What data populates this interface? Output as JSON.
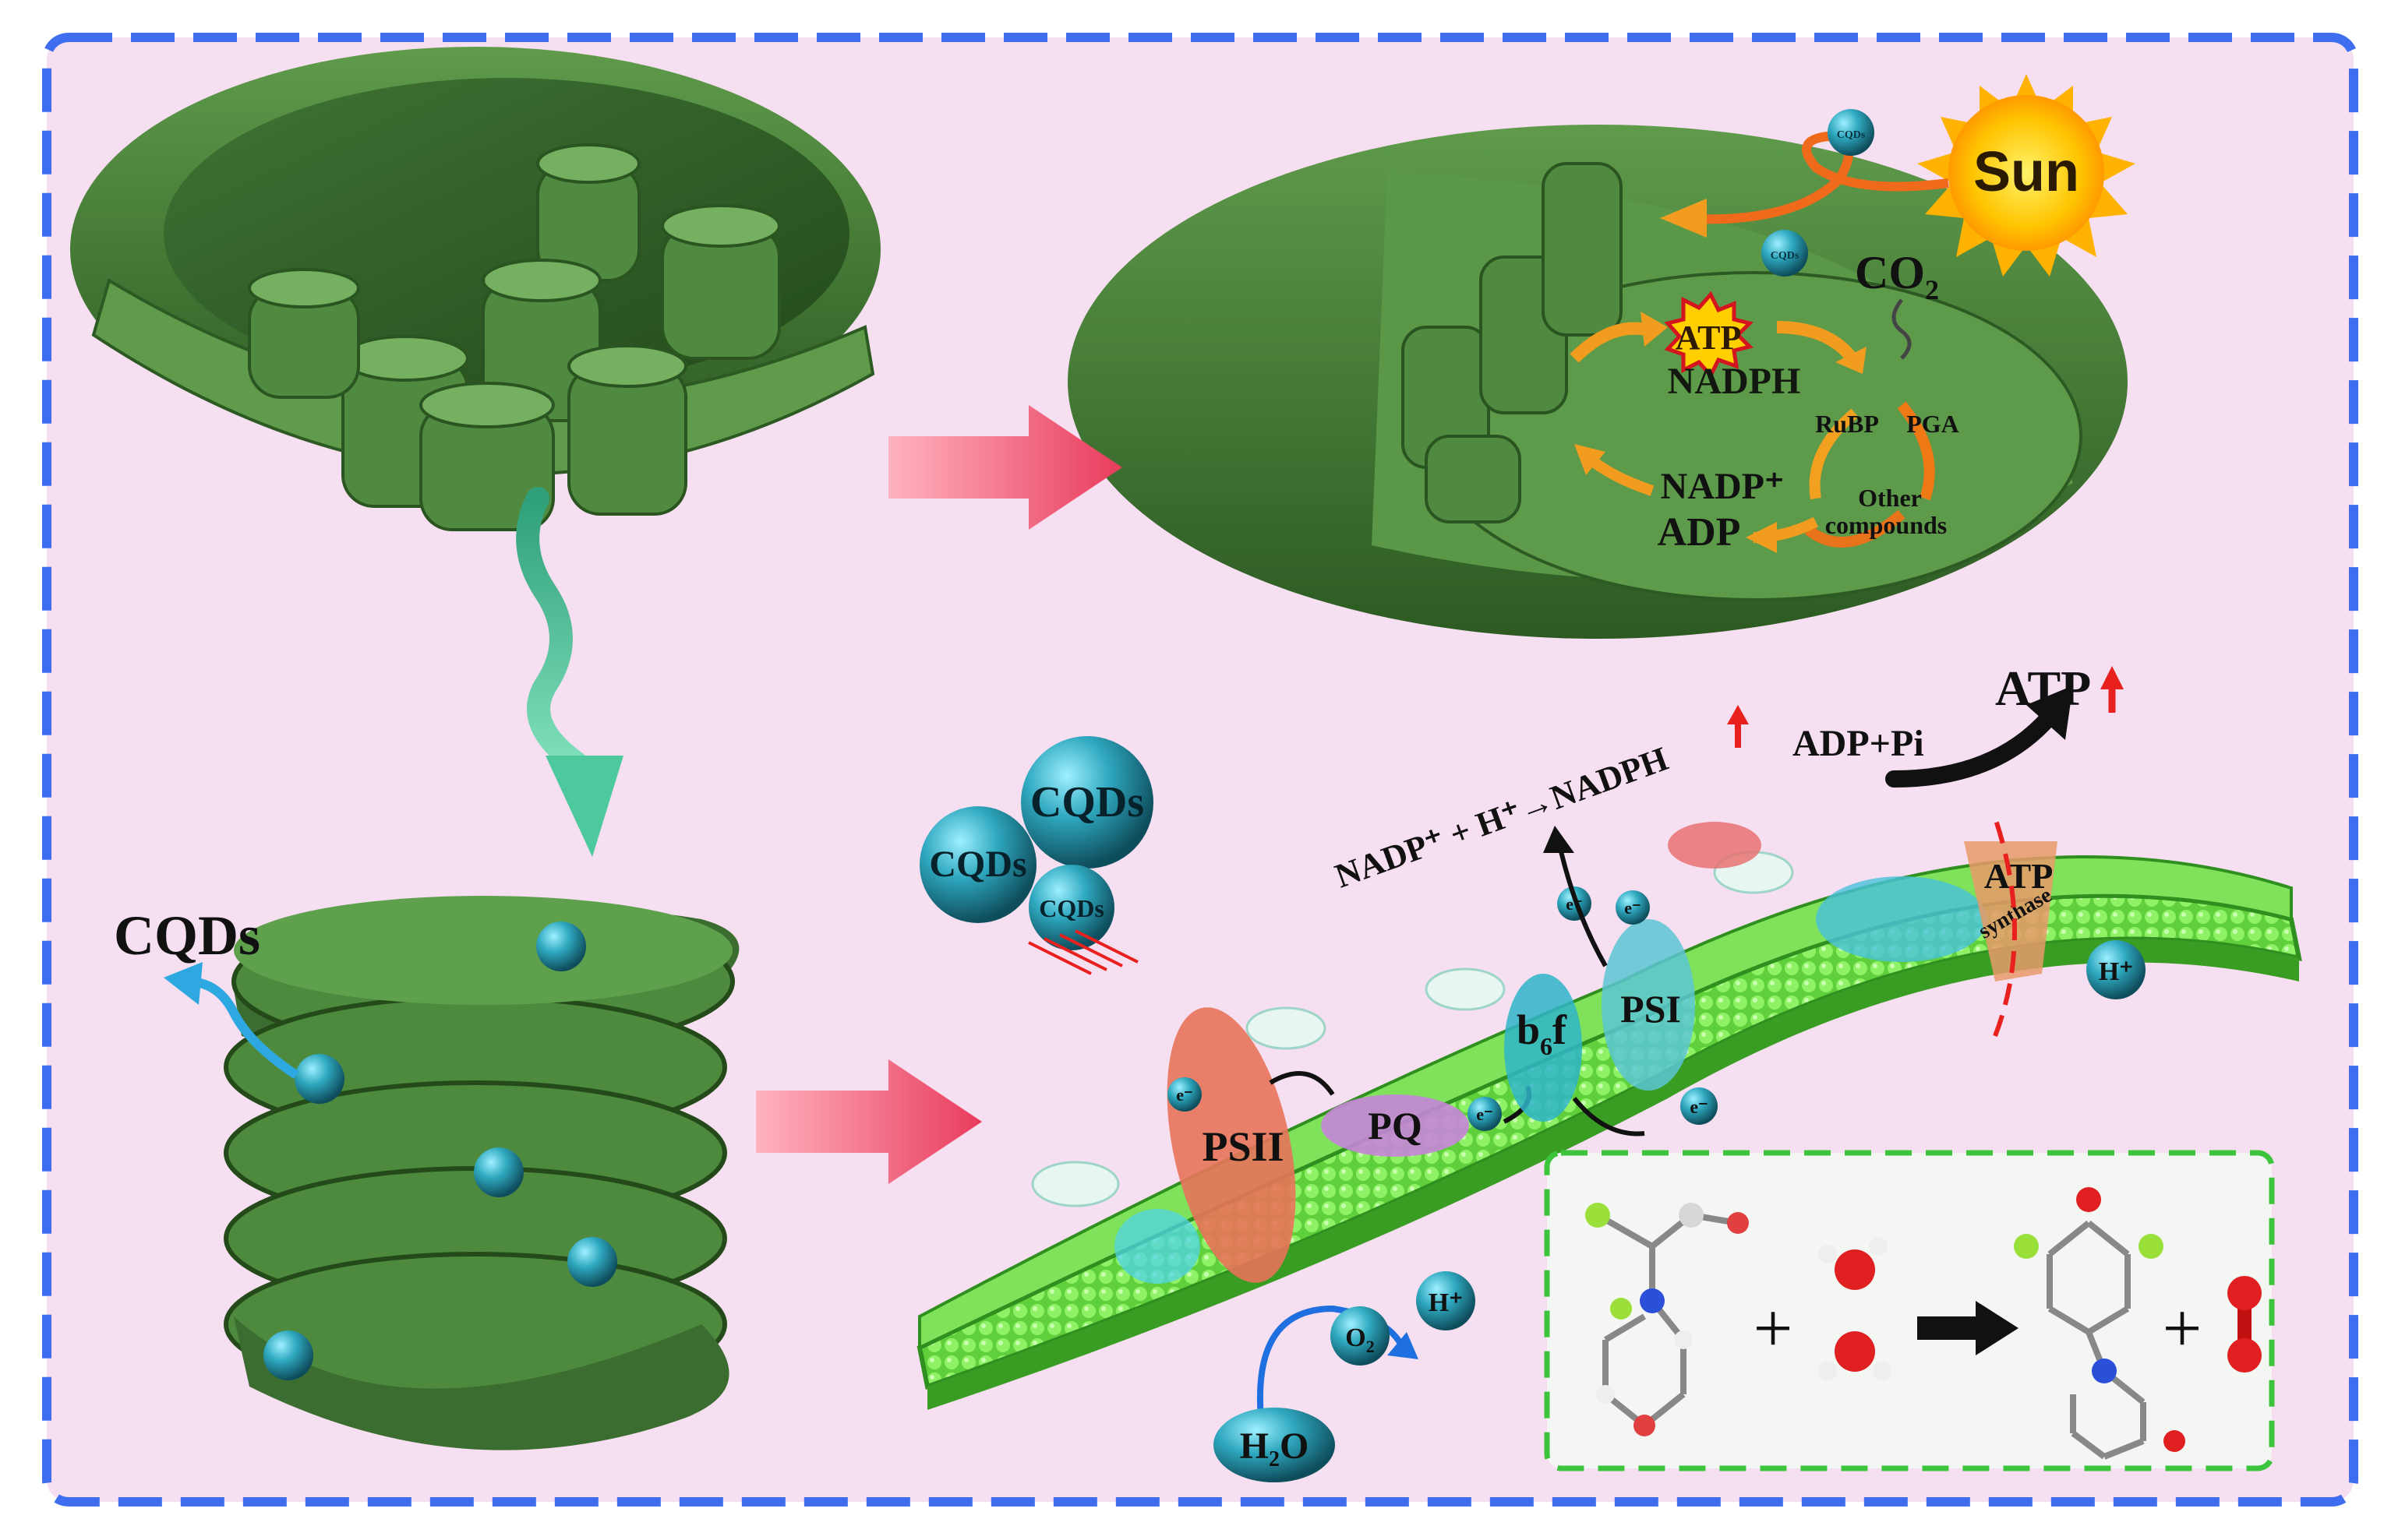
{
  "labels": {
    "sun": "Sun",
    "cqds": "CQDs",
    "co2": "CO",
    "co2_sub": "2",
    "atp": "ATP",
    "nadph": "NADPH",
    "rubp": "RuBP",
    "pga": "PGA",
    "other": "Other",
    "compounds": "compounds",
    "nadp_plus": "NADP⁺",
    "adp": "ADP",
    "nadp_reaction": "NADP⁺ + H⁺→NADPH",
    "adp_pi": "ADP+Pi",
    "atp_top": "ATP",
    "atp_synthase_1": "ATP",
    "atp_synthase_2": "synthase",
    "h_plus": "H⁺",
    "e_minus": "e⁻",
    "psii": "PSII",
    "psi": "PSI",
    "pq": "PQ",
    "b6f_b": "b",
    "b6f_6": "6",
    "b6f_f": "f",
    "o2": "O",
    "o2_sub": "2",
    "h2o_h": "H",
    "h2o_sub": "2",
    "h2o_o": "O",
    "plus": "+"
  },
  "colors": {
    "background": "#f6dff0",
    "outer_dash": "#3f6df0",
    "chloroplast": "#4e8a3d",
    "chloroplast_dark": "#2f5e24",
    "membrane": "#6fe04a",
    "cqd": "#2a9fb5",
    "arrow_pink": "#ec4f6a",
    "arrow_orange": "#f19a1b",
    "inset_dash": "#3dc43d",
    "psii": "#e8735a",
    "psi": "#5cc6d4"
  }
}
